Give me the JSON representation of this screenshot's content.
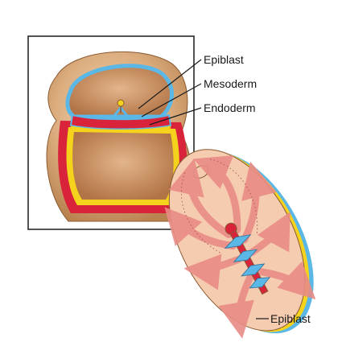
{
  "labels": {
    "top": [
      "Epiblast",
      "Mesoderm",
      "Endoderm"
    ],
    "bottom": "Epiblast"
  },
  "colors": {
    "epiblast": "#5bb8e6",
    "mesoderm": "#d9233b",
    "endoderm": "#f5d21c",
    "tissue": "#e9c29a",
    "tissue_shadow": "#c58a56",
    "disc": "#f6ccb0",
    "arrow": "#e98c86",
    "line": "#1a1a1a"
  }
}
